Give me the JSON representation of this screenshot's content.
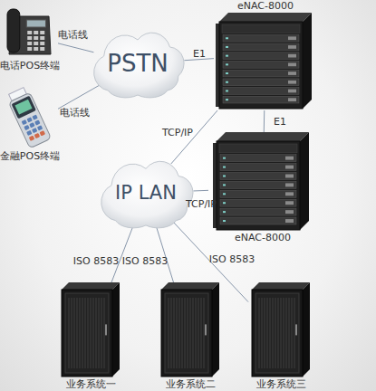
{
  "diagram": {
    "nodes": [
      {
        "text": [
          "电话POS终端"
        ]
      },
      {
        "text": [
          "金融POS终端"
        ]
      },
      {
        "text": [
          "PSTN"
        ]
      },
      {
        "text": [
          "eNAC-8000"
        ]
      },
      {
        "text": [
          "eNAC-8000"
        ]
      },
      {
        "text": [
          "IP LAN"
        ]
      },
      {
        "text": [
          "业务系统一"
        ]
      },
      {
        "text": [
          "业务系统二"
        ]
      },
      {
        "text": [
          "业务系统三"
        ]
      }
    ],
    "edges": [
      {
        "from": 0,
        "to": 2,
        "label": "电话线",
        "arrow": "none"
      },
      {
        "from": 1,
        "to": 2,
        "label": "电话线",
        "arrow": "none"
      },
      {
        "from": 2,
        "to": 3,
        "label": "E1",
        "arrow": "none"
      },
      {
        "from": 3,
        "to": 4,
        "label": "E1",
        "arrow": "none"
      },
      {
        "from": 5,
        "to": 3,
        "label": "TCP/IP",
        "arrow": "none"
      },
      {
        "from": 5,
        "to": 4,
        "label": "TCP/IP",
        "arrow": "none"
      },
      {
        "from": 5,
        "to": 6,
        "label": "ISO 8583",
        "arrow": "none"
      },
      {
        "from": 5,
        "to": 7,
        "label": "ISO 8583",
        "arrow": "none"
      },
      {
        "from": 5,
        "to": 8,
        "label": "ISO 8583",
        "arrow": "none"
      }
    ]
  }
}
